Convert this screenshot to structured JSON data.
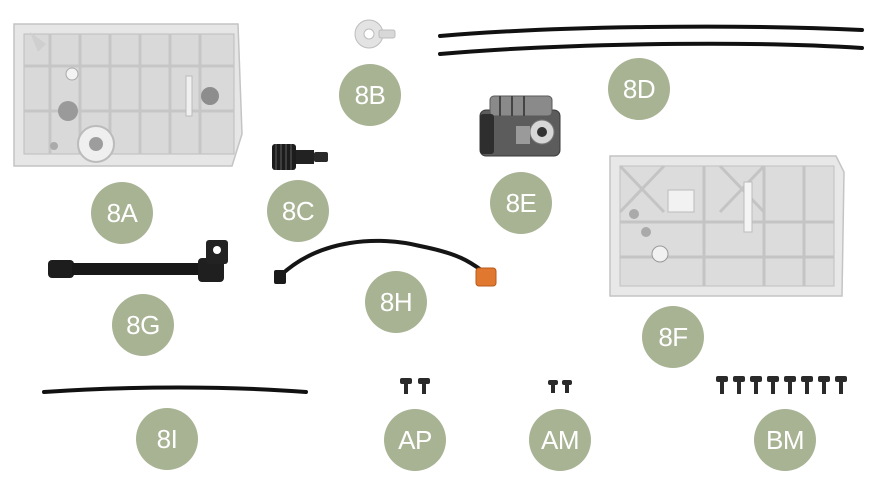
{
  "parts": [
    {
      "id": "8A",
      "label": "8A",
      "name": "gearbox-housing-half"
    },
    {
      "id": "8B",
      "label": "8B",
      "name": "washer-clip"
    },
    {
      "id": "8C",
      "label": "8C",
      "name": "gear-pinion"
    },
    {
      "id": "8D",
      "label": "8D",
      "name": "cable-pair"
    },
    {
      "id": "8E",
      "label": "8E",
      "name": "starter-motor"
    },
    {
      "id": "8F",
      "label": "8F",
      "name": "gearbox-housing-half"
    },
    {
      "id": "8G",
      "label": "8G",
      "name": "drive-shaft"
    },
    {
      "id": "8H",
      "label": "8H",
      "name": "wire-with-connector"
    },
    {
      "id": "8I",
      "label": "8I",
      "name": "cable"
    },
    {
      "id": "AP",
      "label": "AP",
      "name": "screws",
      "count": 2
    },
    {
      "id": "AM",
      "label": "AM",
      "name": "screws",
      "count": 2
    },
    {
      "id": "BM",
      "label": "BM",
      "name": "screws",
      "count": 8
    }
  ],
  "colors": {
    "badge": "#a8b394",
    "badge_text": "#ffffff",
    "plastic": "#e4e4e4",
    "black_part": "#1a1a1a",
    "orange_connector": "#e07830"
  }
}
